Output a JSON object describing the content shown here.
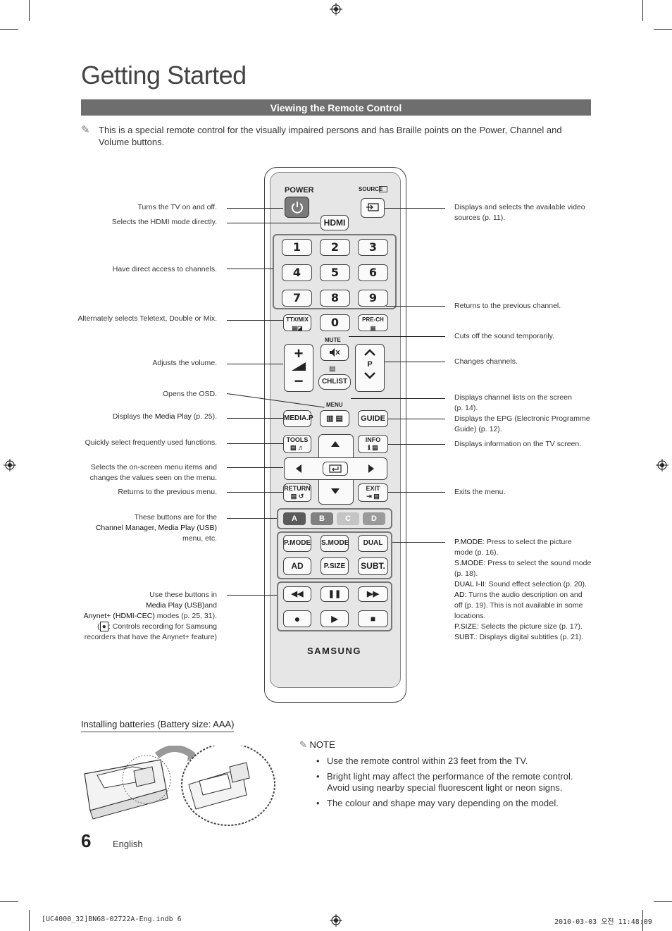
{
  "page": {
    "title": "Getting Started",
    "section_title": "Viewing the Remote Control",
    "intro": "This is a special remote control for the visually impaired persons and has Braille points on the Power, Channel and Volume buttons.",
    "number": "6",
    "language": "English"
  },
  "left_labels": {
    "power": "Turns the TV on and off.",
    "hdmi": "Selects the HDMI mode directly.",
    "numbers": "Have direct access to channels.",
    "ttx": "Alternately selects Teletext, Double or Mix.",
    "volume": "Adjusts the volume.",
    "menu": "Opens the OSD.",
    "media_p_pre": "Displays the ",
    "media_p_bold": "Media Play",
    "media_p_post": " (p. 25).",
    "tools": "Quickly select frequently used functions.",
    "nav_1": "Selects the on-screen menu items and",
    "nav_2": "changes the values seen on the menu.",
    "return": "Returns to the previous menu.",
    "abcd_1": "These buttons are for the",
    "abcd_2": "Channel Manager, Media Play (USB)",
    "abcd_3": "menu, etc.",
    "playback_1": "Use these buttons in",
    "playback_2a": "Media Play (USB)",
    "playback_2b": "and",
    "playback_3a": "Anynet+ (HDMI-CEC)",
    "playback_3b": " modes (p. 25, 31).",
    "playback_4": ": Controls recording for Samsung",
    "playback_5": "recorders that have the Anynet+ feature)"
  },
  "right_labels": {
    "source": "Displays and selects the available video sources (p. 11).",
    "prech": "Returns to the previous channel.",
    "mute": "Cuts off the sound temporarily.",
    "channel": "Changes channels.",
    "chlist": "Displays channel lists on the screen (p. 14).",
    "guide": "Displays the EPG (Electronic Programme Guide) (p. 12).",
    "info": "Displays information on the TV screen.",
    "exit": "Exits the menu.",
    "pmode_k": "P.MODE",
    "pmode_v": ": Press to select the picture mode (p. 16).",
    "smode_k": "S.MODE",
    "smode_v": ": Press to select the sound mode (p. 18).",
    "dual_k": "DUAL I-II",
    "dual_v": ": Sound effect selection (p. 20).",
    "ad_k": "AD",
    "ad_v": ": Turns the audio description on and off (p. 19). This is not available in some locations.",
    "psize_k": "P.SIZE",
    "psize_v": ": Selects the picture size (p. 17).",
    "subt_k": "SUBT.",
    "subt_v": ": Displays digital subtitles (p. 21)."
  },
  "remote": {
    "power": "POWER",
    "source": "SOURCE",
    "hdmi": "HDMI",
    "digits": [
      "1",
      "2",
      "3",
      "4",
      "5",
      "6",
      "7",
      "8",
      "9"
    ],
    "zero": "0",
    "ttx": "TTX/MIX",
    "prech": "PRE-CH",
    "mute": "MUTE",
    "p": "P",
    "chlist": "CHLIST",
    "menu": "MENU",
    "media_p": "MEDIA.P",
    "guide": "GUIDE",
    "tools": "TOOLS",
    "info": "INFO",
    "return": "RETURN",
    "exit": "EXIT",
    "colors": [
      "A",
      "B",
      "C",
      "D"
    ],
    "pmode": "P.MODE",
    "smode": "S.MODE",
    "dual": "DUAL",
    "ad": "AD",
    "psize": "P.SIZE",
    "subt": "SUBT.",
    "brand": "SAMSUNG"
  },
  "colors": {
    "a": "#5a5a5a",
    "b": "#808080",
    "c": "#c4c4c4",
    "d": "#9a9a9a"
  },
  "batteries": {
    "heading": "Installing batteries (Battery size: AAA)",
    "note_label": "NOTE",
    "notes": [
      "Use the remote control within 23 feet from the TV.",
      "Bright light may affect the performance of the remote control. Avoid using nearby special fluorescent light or neon signs.",
      "The colour and shape may vary depending on the model."
    ]
  },
  "footer": {
    "left": "[UC4000_32]BN68-02722A-Eng.indb   6",
    "right": "2010-03-03   오전 11:48:09"
  }
}
